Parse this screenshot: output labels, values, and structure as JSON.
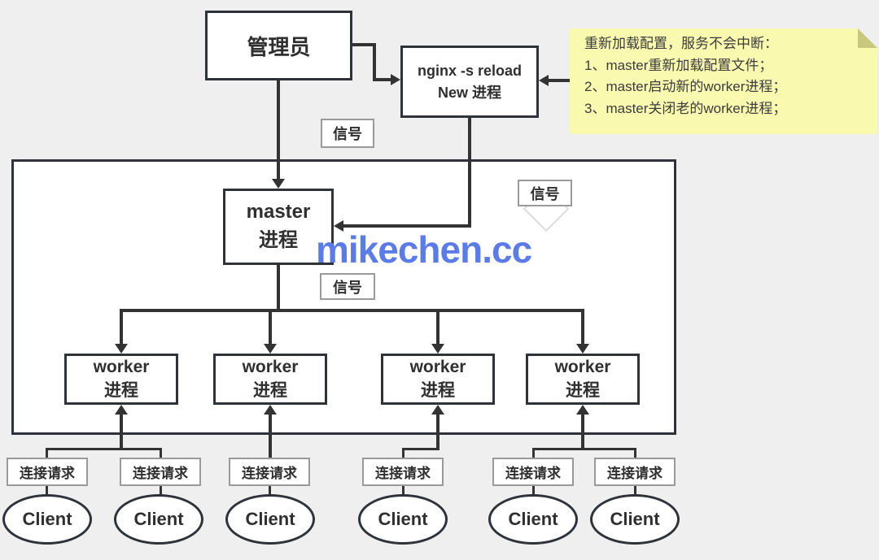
{
  "colors": {
    "bg": "#efeff0",
    "ink": "#2e333a",
    "line": "#333333",
    "note_bg": "#f9f9b0",
    "note_fold": "#c9c97e",
    "watermark": "#5b7ce8"
  },
  "diagram": {
    "admin": "管理员",
    "reload_box": {
      "line1": "nginx -s reload",
      "line2": "New 进程"
    },
    "master_box": {
      "line1": "master",
      "line2": "进程"
    },
    "workers": [
      {
        "line1": "worker",
        "line2": "进程"
      },
      {
        "line1": "worker",
        "line2": "进程"
      },
      {
        "line1": "worker",
        "line2": "进程"
      },
      {
        "line1": "worker",
        "line2": "进程"
      }
    ],
    "signals": [
      "信号",
      "信号",
      "信号"
    ],
    "requests": [
      "连接请求",
      "连接请求",
      "连接请求",
      "连接请求",
      "连接请求",
      "连接请求"
    ],
    "clients": [
      "Client",
      "Client",
      "Client",
      "Client",
      "Client",
      "Client"
    ],
    "note": {
      "title": "重新加载配置，服务不会中断：",
      "items": [
        "1、master重新加载配置文件；",
        "2、master启动新的worker进程；",
        "3、master关闭老的worker进程；"
      ]
    },
    "watermark": "mikechen.cc"
  }
}
